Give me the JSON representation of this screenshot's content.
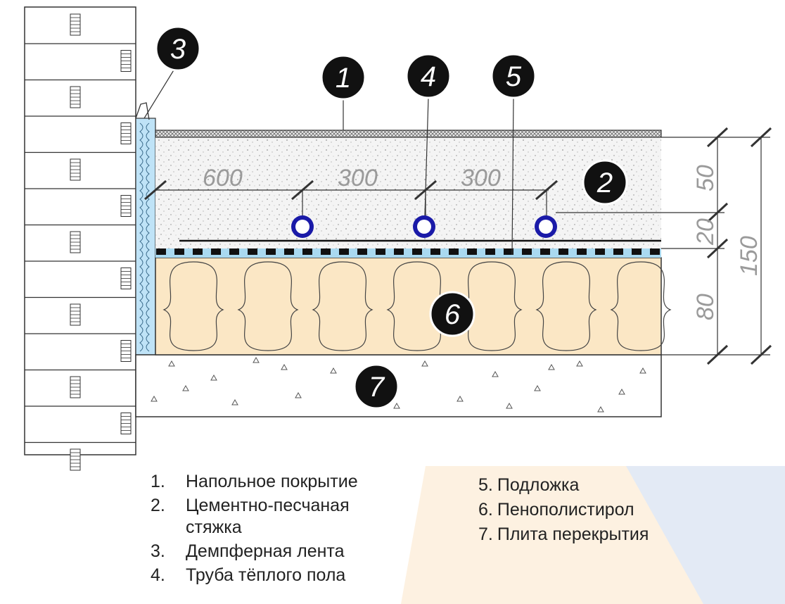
{
  "badges": [
    "1",
    "2",
    "3",
    "4",
    "5",
    "6",
    "7"
  ],
  "dimensions": {
    "spacing": [
      "600",
      "300",
      "300"
    ],
    "heights": [
      "50",
      "20",
      "80",
      "150"
    ]
  },
  "legend_left": [
    {
      "num": "1.",
      "text": "Напольное покрытие"
    },
    {
      "num": "2.",
      "text": "Цементно-песчаная стяжка"
    },
    {
      "num": "3.",
      "text": "Демпферная лента"
    },
    {
      "num": "4.",
      "text": "Труба тёплого пола"
    }
  ],
  "legend_right": [
    {
      "num": "5.",
      "text": "Подложка"
    },
    {
      "num": "6.",
      "text": "Пенополистирол"
    },
    {
      "num": "7.",
      "text": "Плита перекрытия"
    }
  ],
  "colors": {
    "damper_tape": "#bfe3f7",
    "insulation": "#fbe7c5",
    "underlay": "#a9d9f0",
    "pipe": "#1a1aa8",
    "badge": "#111111",
    "bg_peach": "#fdf1e1",
    "bg_blue": "#e3eaf5"
  }
}
